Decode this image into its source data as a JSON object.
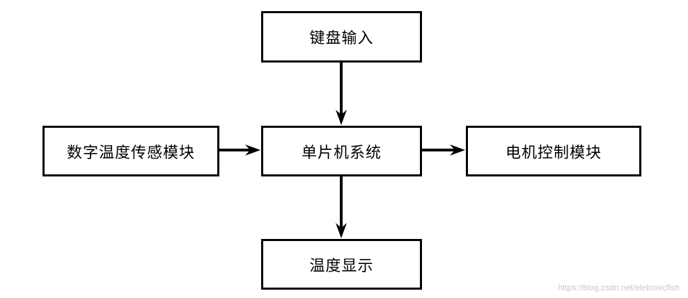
{
  "nodes": {
    "keyboard": "键盘输入",
    "mcu": "单片机系统",
    "sensor": "数字温度传感模块",
    "motor": "电机控制模块",
    "display": "温度显示"
  },
  "edges": [
    {
      "from": "keyboard",
      "to": "mcu"
    },
    {
      "from": "sensor",
      "to": "mcu"
    },
    {
      "from": "mcu",
      "to": "motor"
    },
    {
      "from": "mcu",
      "to": "display"
    }
  ],
  "watermark": "https://blog.csdn.net/eletronicfish"
}
